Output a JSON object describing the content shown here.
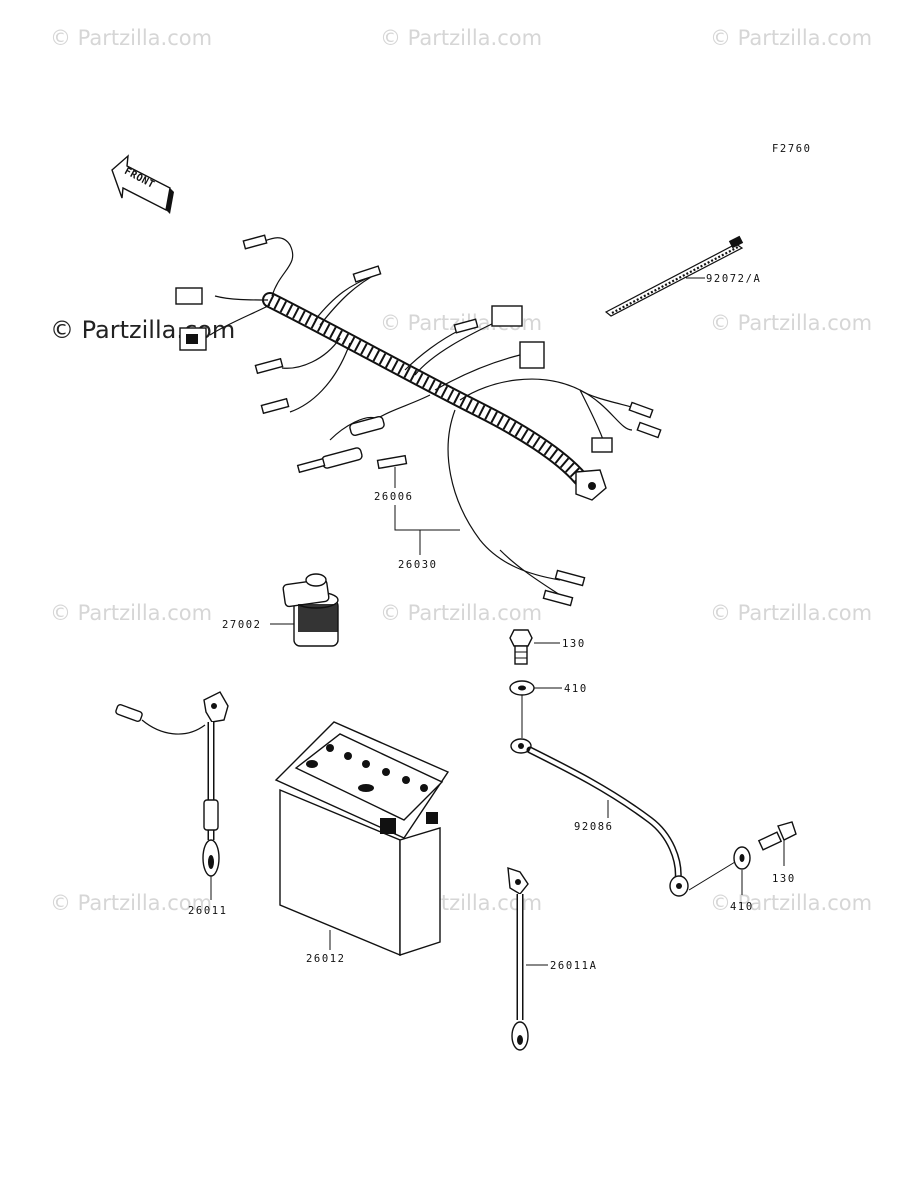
{
  "figure_code": "F2760",
  "front_arrow_label": "FRONT",
  "watermarks": {
    "text": "© Partzilla.com",
    "prominent": "© Partzilla.com"
  },
  "callouts": {
    "tie_wrap": "92072/A",
    "clamp": "26006",
    "harness": "26030",
    "relay": "27002",
    "bolt_top": "130",
    "washer_top": "410",
    "cable_positive": "26011",
    "battery": "26012",
    "ground_cable": "92086",
    "bolt_bottom": "130",
    "washer_bottom": "410",
    "cable_a": "26011A"
  }
}
